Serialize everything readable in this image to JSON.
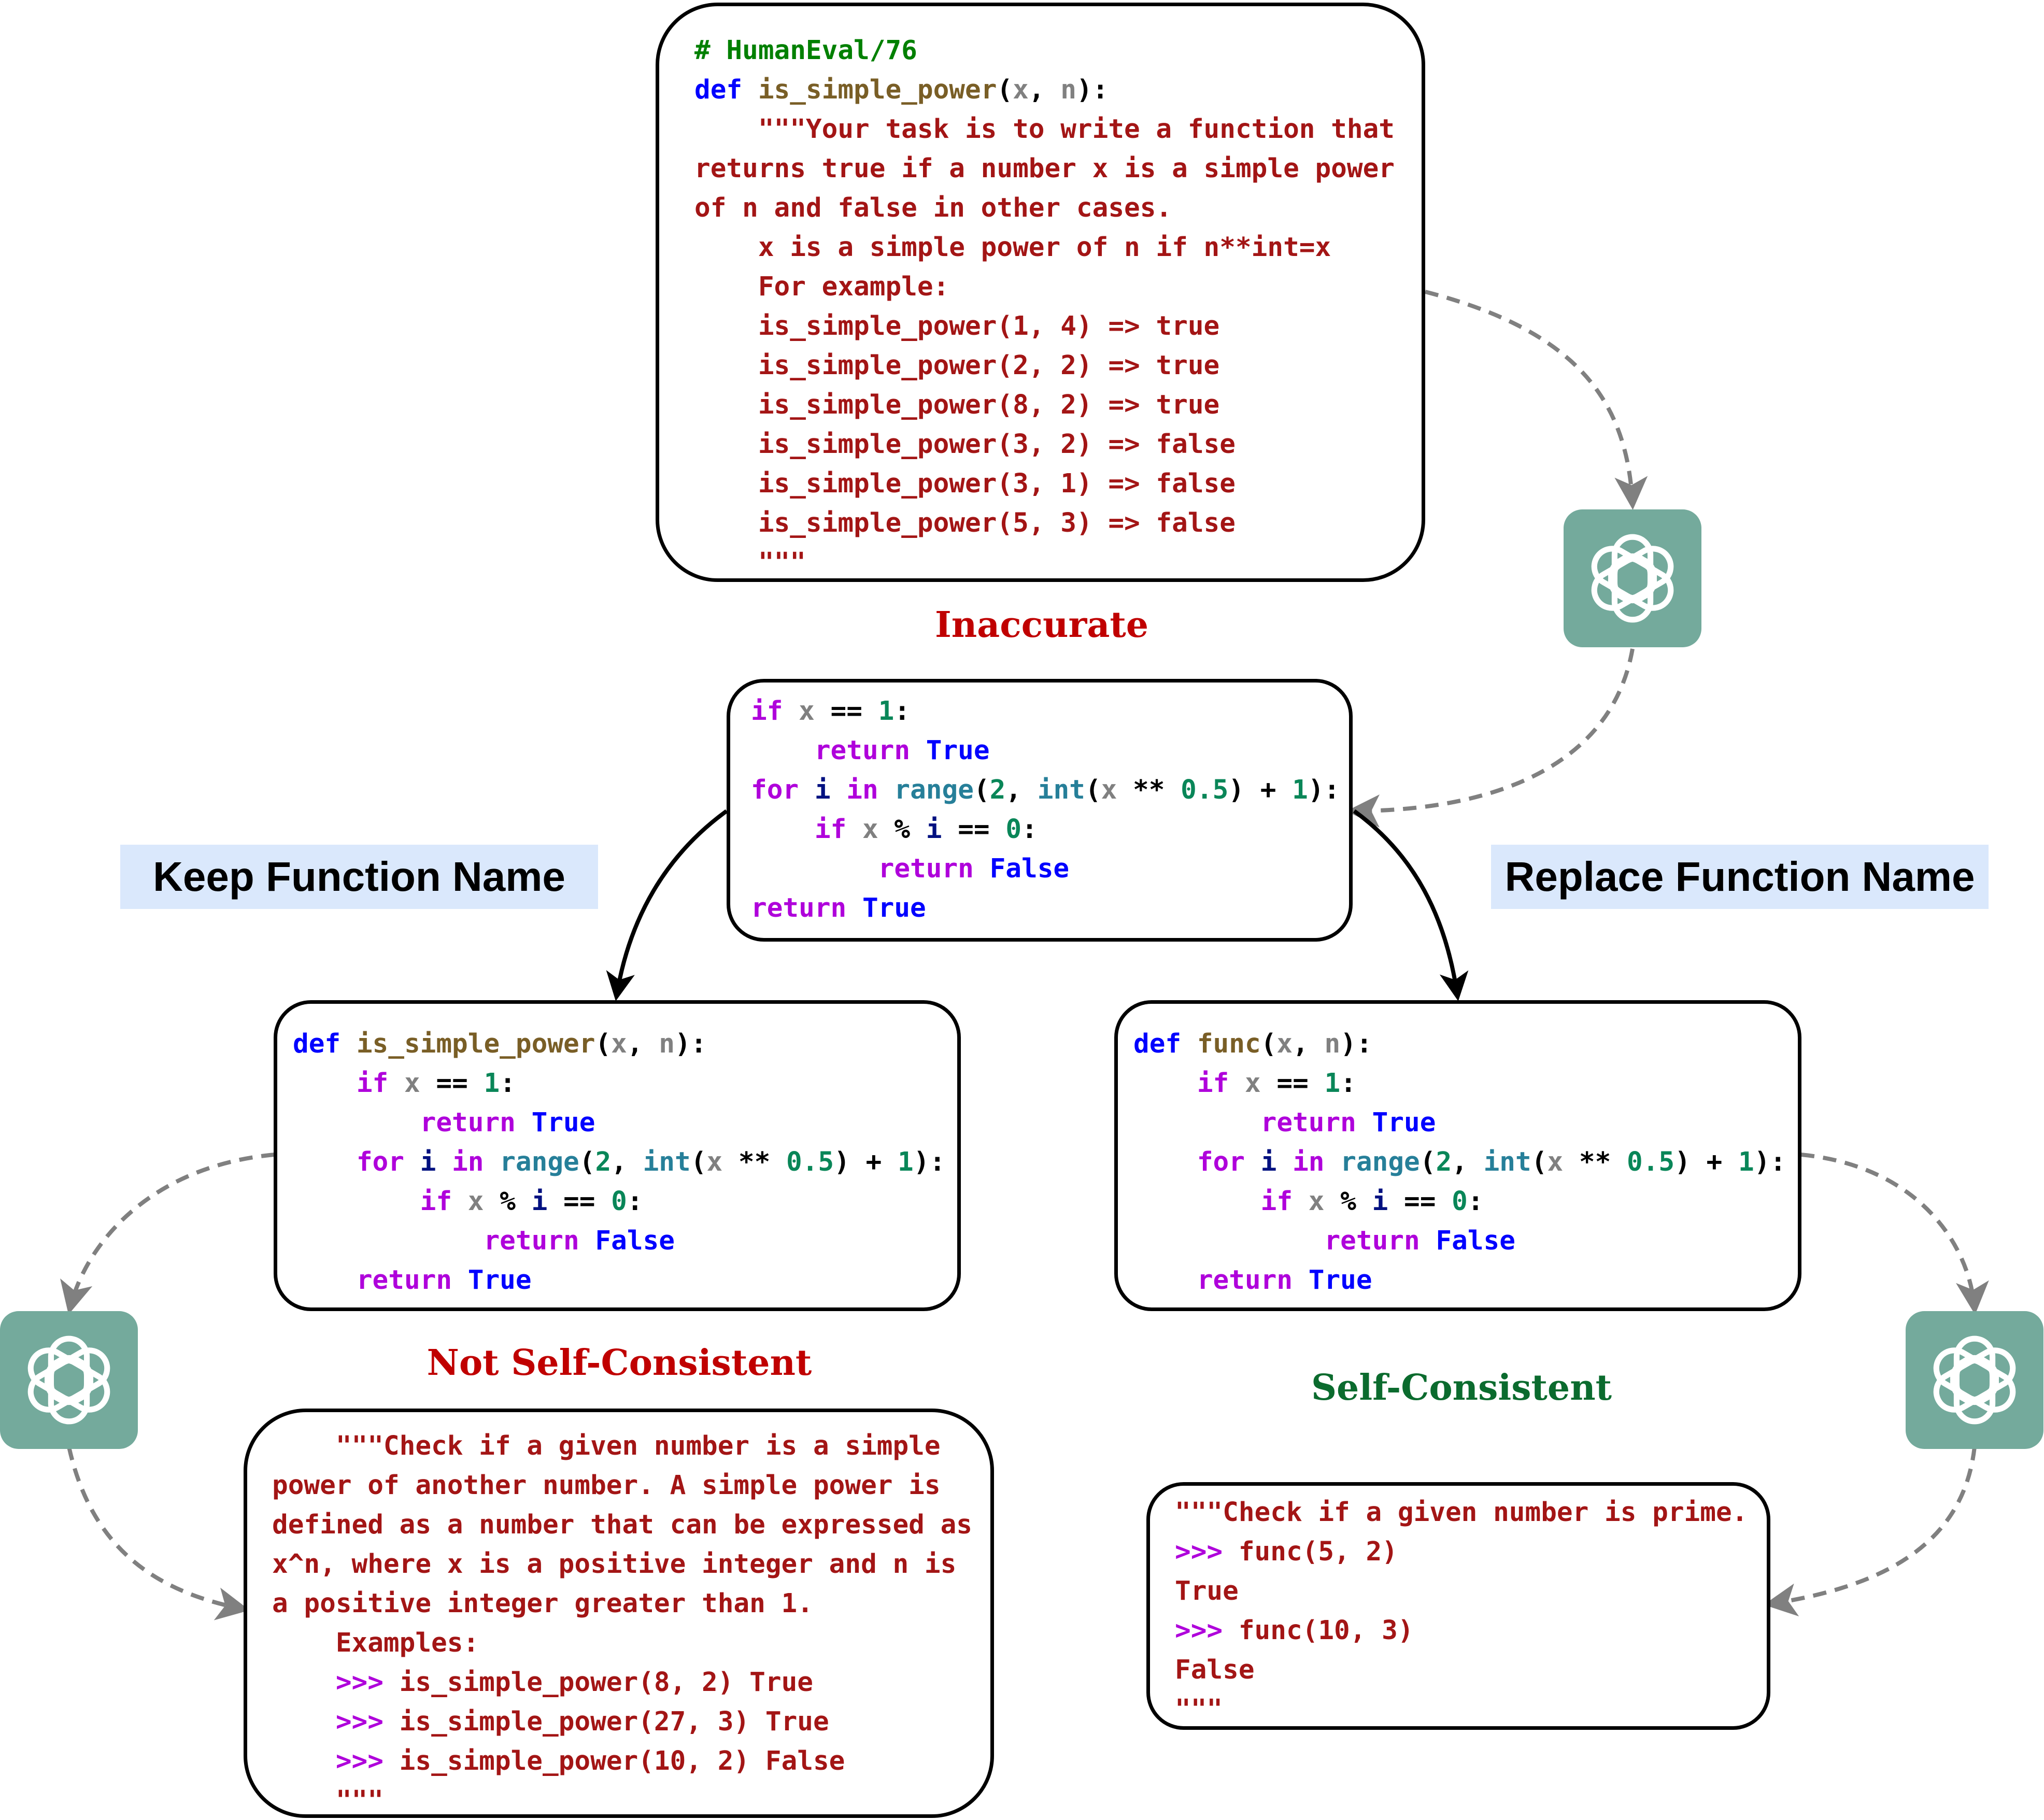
{
  "prompt_box": {
    "lines": [
      [
        [
          "cm",
          "# HumanEval/76"
        ]
      ],
      [
        [
          "def",
          "def "
        ],
        [
          "fn",
          "is_simple_power"
        ],
        [
          "op",
          "("
        ],
        [
          "par",
          "x"
        ],
        [
          "op",
          ", "
        ],
        [
          "par",
          "n"
        ],
        [
          "op",
          "):"
        ]
      ],
      [
        [
          "str",
          "    \"\"\"Your task is to write a function that"
        ]
      ],
      [
        [
          "str",
          "returns true if a number x is a simple power"
        ]
      ],
      [
        [
          "str",
          "of n and false in other cases."
        ]
      ],
      [
        [
          "str",
          "    x is a simple power of n if n**int=x"
        ]
      ],
      [
        [
          "str",
          "    For example:"
        ]
      ],
      [
        [
          "str",
          "    is_simple_power(1, 4) => true"
        ]
      ],
      [
        [
          "str",
          "    is_simple_power(2, 2) => true"
        ]
      ],
      [
        [
          "str",
          "    is_simple_power(8, 2) => true"
        ]
      ],
      [
        [
          "str",
          "    is_simple_power(3, 2) => false"
        ]
      ],
      [
        [
          "str",
          "    is_simple_power(3, 1) => false"
        ]
      ],
      [
        [
          "str",
          "    is_simple_power(5, 3) => false"
        ]
      ],
      [
        [
          "str",
          "    \"\"\""
        ]
      ]
    ]
  },
  "generated_code_box": {
    "lines": [
      [
        [
          "kw",
          "if "
        ],
        [
          "par",
          "x"
        ],
        [
          "op",
          " == "
        ],
        [
          "num",
          "1"
        ],
        [
          "op",
          ":"
        ]
      ],
      [
        [
          "op",
          "    "
        ],
        [
          "kw",
          "return "
        ],
        [
          "bool",
          "True"
        ]
      ],
      [
        [
          "kw",
          "for "
        ],
        [
          "var",
          "i"
        ],
        [
          "kw",
          " in "
        ],
        [
          "bi",
          "range"
        ],
        [
          "op",
          "("
        ],
        [
          "num",
          "2"
        ],
        [
          "op",
          ", "
        ],
        [
          "bi",
          "int"
        ],
        [
          "op",
          "("
        ],
        [
          "par",
          "x"
        ],
        [
          "op",
          " ** "
        ],
        [
          "num",
          "0.5"
        ],
        [
          "op",
          ") + "
        ],
        [
          "num",
          "1"
        ],
        [
          "op",
          "):"
        ]
      ],
      [
        [
          "op",
          "    "
        ],
        [
          "kw",
          "if "
        ],
        [
          "par",
          "x"
        ],
        [
          "op",
          " % "
        ],
        [
          "var",
          "i"
        ],
        [
          "op",
          " == "
        ],
        [
          "num",
          "0"
        ],
        [
          "op",
          ":"
        ]
      ],
      [
        [
          "op",
          "        "
        ],
        [
          "kw",
          "return "
        ],
        [
          "bool",
          "False"
        ]
      ],
      [
        [
          "kw",
          "return "
        ],
        [
          "bool",
          "True"
        ]
      ]
    ]
  },
  "keep_code_box": {
    "lines": [
      [
        [
          "def",
          "def "
        ],
        [
          "fn",
          "is_simple_power"
        ],
        [
          "op",
          "("
        ],
        [
          "par",
          "x"
        ],
        [
          "op",
          ", "
        ],
        [
          "par",
          "n"
        ],
        [
          "op",
          "):"
        ]
      ],
      [
        [
          "op",
          "    "
        ],
        [
          "kw",
          "if "
        ],
        [
          "par",
          "x"
        ],
        [
          "op",
          " == "
        ],
        [
          "num",
          "1"
        ],
        [
          "op",
          ":"
        ]
      ],
      [
        [
          "op",
          "        "
        ],
        [
          "kw",
          "return "
        ],
        [
          "bool",
          "True"
        ]
      ],
      [
        [
          "op",
          "    "
        ],
        [
          "kw",
          "for "
        ],
        [
          "var",
          "i"
        ],
        [
          "kw",
          " in "
        ],
        [
          "bi",
          "range"
        ],
        [
          "op",
          "("
        ],
        [
          "num",
          "2"
        ],
        [
          "op",
          ", "
        ],
        [
          "bi",
          "int"
        ],
        [
          "op",
          "("
        ],
        [
          "par",
          "x"
        ],
        [
          "op",
          " ** "
        ],
        [
          "num",
          "0.5"
        ],
        [
          "op",
          ") + "
        ],
        [
          "num",
          "1"
        ],
        [
          "op",
          "):"
        ]
      ],
      [
        [
          "op",
          "        "
        ],
        [
          "kw",
          "if "
        ],
        [
          "par",
          "x"
        ],
        [
          "op",
          " % "
        ],
        [
          "var",
          "i"
        ],
        [
          "op",
          " == "
        ],
        [
          "num",
          "0"
        ],
        [
          "op",
          ":"
        ]
      ],
      [
        [
          "op",
          "            "
        ],
        [
          "kw",
          "return "
        ],
        [
          "bool",
          "False"
        ]
      ],
      [
        [
          "op",
          "    "
        ],
        [
          "kw",
          "return "
        ],
        [
          "bool",
          "True"
        ]
      ]
    ]
  },
  "replace_code_box": {
    "lines": [
      [
        [
          "def",
          "def "
        ],
        [
          "fn",
          "func"
        ],
        [
          "op",
          "("
        ],
        [
          "par",
          "x"
        ],
        [
          "op",
          ", "
        ],
        [
          "par",
          "n"
        ],
        [
          "op",
          "):"
        ]
      ],
      [
        [
          "op",
          "    "
        ],
        [
          "kw",
          "if "
        ],
        [
          "par",
          "x"
        ],
        [
          "op",
          " == "
        ],
        [
          "num",
          "1"
        ],
        [
          "op",
          ":"
        ]
      ],
      [
        [
          "op",
          "        "
        ],
        [
          "kw",
          "return "
        ],
        [
          "bool",
          "True"
        ]
      ],
      [
        [
          "op",
          "    "
        ],
        [
          "kw",
          "for "
        ],
        [
          "var",
          "i"
        ],
        [
          "kw",
          " in "
        ],
        [
          "bi",
          "range"
        ],
        [
          "op",
          "("
        ],
        [
          "num",
          "2"
        ],
        [
          "op",
          ", "
        ],
        [
          "bi",
          "int"
        ],
        [
          "op",
          "("
        ],
        [
          "par",
          "x"
        ],
        [
          "op",
          " ** "
        ],
        [
          "num",
          "0.5"
        ],
        [
          "op",
          ") + "
        ],
        [
          "num",
          "1"
        ],
        [
          "op",
          "):"
        ]
      ],
      [
        [
          "op",
          "        "
        ],
        [
          "kw",
          "if "
        ],
        [
          "par",
          "x"
        ],
        [
          "op",
          " % "
        ],
        [
          "var",
          "i"
        ],
        [
          "op",
          " == "
        ],
        [
          "num",
          "0"
        ],
        [
          "op",
          ":"
        ]
      ],
      [
        [
          "op",
          "            "
        ],
        [
          "kw",
          "return "
        ],
        [
          "bool",
          "False"
        ]
      ],
      [
        [
          "op",
          "    "
        ],
        [
          "kw",
          "return "
        ],
        [
          "bool",
          "True"
        ]
      ]
    ]
  },
  "keep_docstring_box": {
    "lines": [
      [
        [
          "str",
          "    \"\"\"Check if a given number is a simple"
        ]
      ],
      [
        [
          "str",
          "power of another number. A simple power is"
        ]
      ],
      [
        [
          "str",
          "defined as a number that can be expressed as"
        ]
      ],
      [
        [
          "str",
          "x^n, where x is a positive integer and n is"
        ]
      ],
      [
        [
          "str",
          "a positive integer greater than 1."
        ]
      ],
      [
        [
          "str",
          "    Examples:"
        ]
      ],
      [
        [
          "str",
          "    "
        ],
        [
          "prompt",
          ">>> "
        ],
        [
          "str",
          "is_simple_power(8, 2) True"
        ]
      ],
      [
        [
          "str",
          "    "
        ],
        [
          "prompt",
          ">>> "
        ],
        [
          "str",
          "is_simple_power(27, 3) True"
        ]
      ],
      [
        [
          "str",
          "    "
        ],
        [
          "prompt",
          ">>> "
        ],
        [
          "str",
          "is_simple_power(10, 2) False"
        ]
      ],
      [
        [
          "str",
          "    \"\"\""
        ]
      ]
    ]
  },
  "replace_docstring_box": {
    "lines": [
      [
        [
          "str",
          "\"\"\"Check if a given number is prime."
        ]
      ],
      [
        [
          "prompt",
          ">>> "
        ],
        [
          "str",
          "func(5, 2)"
        ]
      ],
      [
        [
          "str",
          "True"
        ]
      ],
      [
        [
          "prompt",
          ">>> "
        ],
        [
          "str",
          "func(10, 3)"
        ]
      ],
      [
        [
          "str",
          "False"
        ]
      ],
      [
        [
          "str",
          "\"\"\""
        ]
      ]
    ]
  },
  "labels": {
    "inaccurate": "Inaccurate",
    "not_self_consistent": "Not Self-Consistent",
    "self_consistent": "Self-Consistent",
    "keep_function_name": "Keep Function Name",
    "replace_function_name": "Replace Function Name"
  },
  "colors": {
    "inaccurate": "#c00000",
    "not_self_consistent": "#c00000",
    "self_consistent": "#0b6b2e",
    "tag_fill": "#dae8fc",
    "llm_icon_fill": "#74aa9c",
    "dashed_arrow": "#808080",
    "solid_arrow": "#000000"
  },
  "icons": [
    "llm-logo-icon",
    "llm-logo-icon",
    "llm-logo-icon"
  ]
}
